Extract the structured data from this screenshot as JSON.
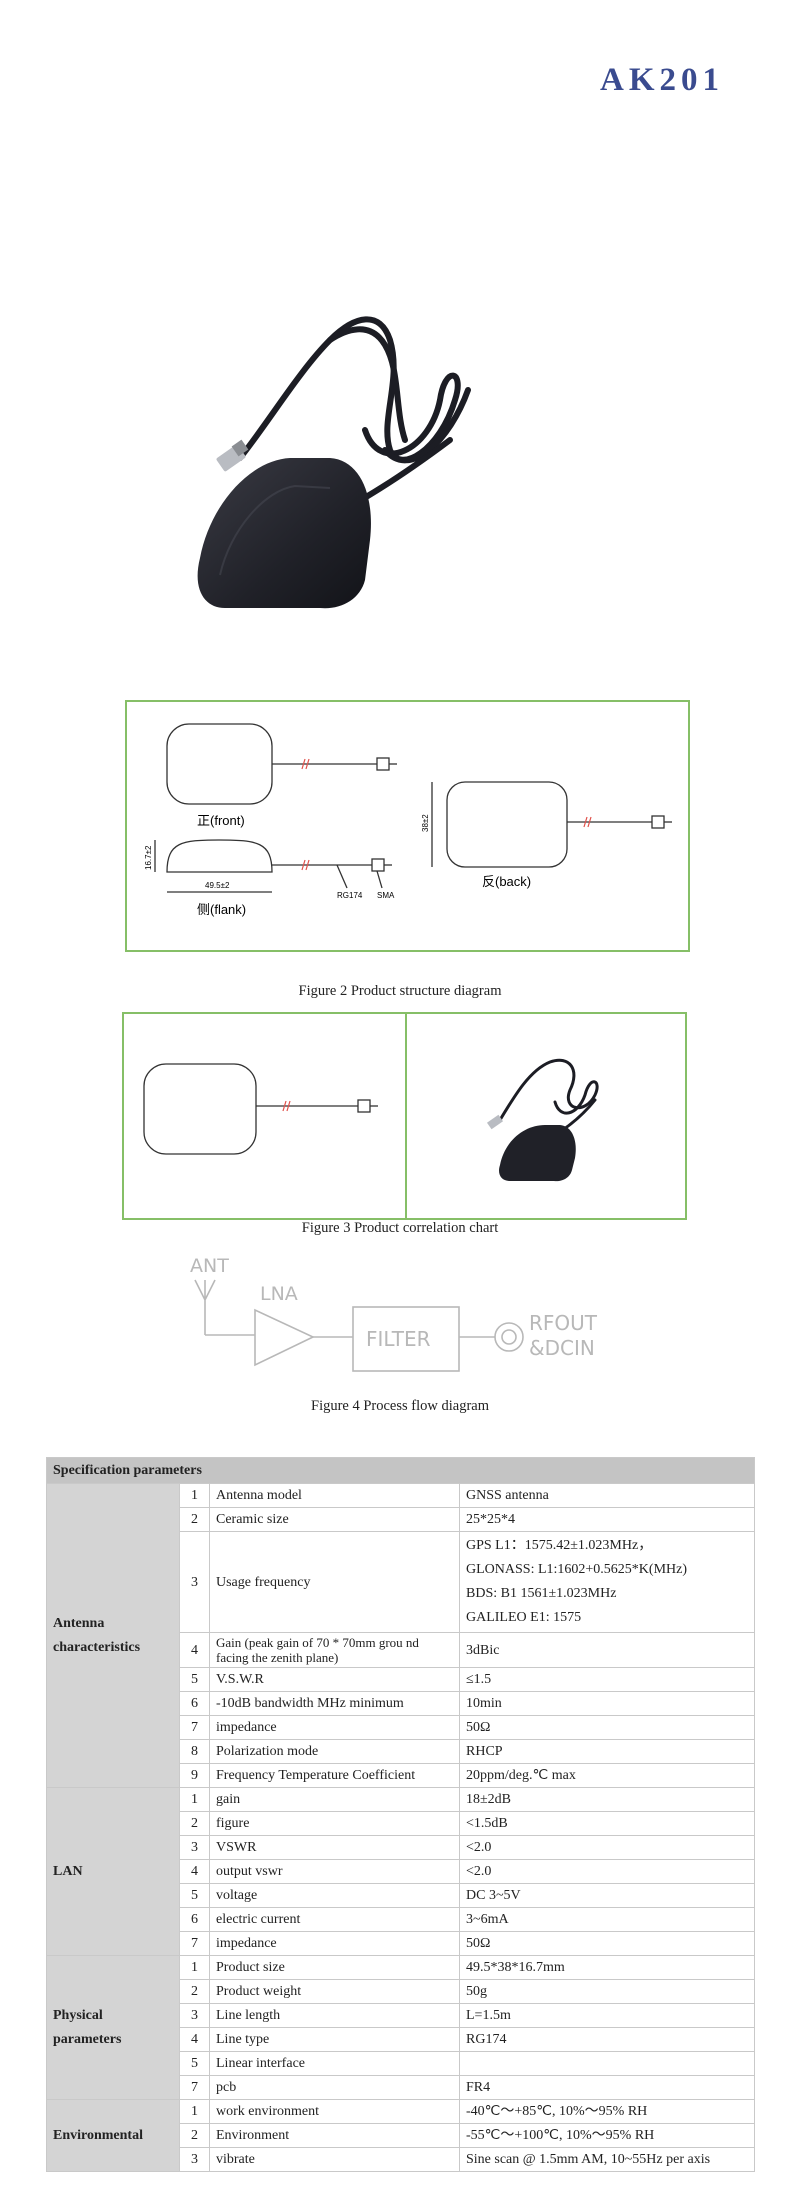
{
  "header": {
    "title": "AK201"
  },
  "figures": {
    "structure": {
      "caption": "Figure 2 Product structure diagram",
      "front_label": "正(front)",
      "back_label": "反(back)",
      "flank_label": "侧(flank)",
      "cable_label": "RG174",
      "connector_label": "SMA",
      "width_dim": "49.5±2",
      "height_dim": "38±2",
      "thickness_dim": "16.7±2"
    },
    "correlation": {
      "caption": "Figure 3 Product correlation chart"
    },
    "process": {
      "caption": "Figure 4 Process flow diagram",
      "ant": "ANT",
      "lna": "LNA",
      "filter": "FILTER",
      "out_line1": "RFOUT",
      "out_line2": "&DCIN"
    }
  },
  "spec": {
    "title": "Specification parameters",
    "groups": [
      {
        "name": "Antenna characteristics",
        "rows": [
          {
            "n": "1",
            "param": "Antenna model",
            "value": "GNSS antenna"
          },
          {
            "n": "2",
            "param": "Ceramic size",
            "value": "25*25*4"
          },
          {
            "n": "3",
            "param": "Usage frequency",
            "value_lines": [
              "GPS L1：1575.42±1.023MHz，",
              "GLONASS: L1:1602+0.5625*K(MHz)",
              "BDS: B1 1561±1.023MHz",
              "GALILEO  E1: 1575"
            ]
          },
          {
            "n": "4",
            "param": "Gain (peak gain of 70 * 70mm grou nd facing the zenith plane)",
            "value": "3dBic"
          },
          {
            "n": "5",
            "param": "V.S.W.R",
            "value": "≤1.5"
          },
          {
            "n": "6",
            "param": "-10dB bandwidth MHz minimum",
            "value": "10min"
          },
          {
            "n": "7",
            "param": "impedance",
            "value": "50Ω"
          },
          {
            "n": "8",
            "param": "Polarization mode",
            "value": "RHCP"
          },
          {
            "n": "9",
            "param": "Frequency Temperature Coefficient",
            "value": "20ppm/deg.℃ max"
          }
        ]
      },
      {
        "name": "LAN",
        "rows": [
          {
            "n": "1",
            "param": "gain",
            "value": "18±2dB"
          },
          {
            "n": "2",
            "param": "figure",
            "value": "<1.5dB"
          },
          {
            "n": "3",
            "param": "VSWR",
            "value": "<2.0"
          },
          {
            "n": "4",
            "param": "output vswr",
            "value": "<2.0"
          },
          {
            "n": "5",
            "param": "voltage",
            "value": "DC 3~5V"
          },
          {
            "n": "6",
            "param": "electric current",
            "value": "3~6mA"
          },
          {
            "n": "7",
            "param": "impedance",
            "value": "50Ω"
          }
        ]
      },
      {
        "name": "Physical parameters",
        "rows": [
          {
            "n": "1",
            "param": "Product size",
            "value": "49.5*38*16.7mm"
          },
          {
            "n": "2",
            "param": "Product weight",
            "value": "50g"
          },
          {
            "n": "3",
            "param": "Line length",
            "value": "L=1.5m"
          },
          {
            "n": "4",
            "param": "Line type",
            "value": "RG174"
          },
          {
            "n": "5",
            "param": "Linear interface",
            "value": ""
          },
          {
            "n": "7",
            "param": "pcb",
            "value": "FR4"
          }
        ]
      },
      {
        "name": "Environmental",
        "rows": [
          {
            "n": "1",
            "param": "work environment",
            "value": "-40℃～+85℃, 10%～95% RH"
          },
          {
            "n": "2",
            "param": "Environment",
            "value": "-55℃～+100℃, 10%～95% RH"
          },
          {
            "n": "3",
            "param": "vibrate",
            "value": "Sine scan @ 1.5mm AM, 10~55Hz per axis"
          }
        ]
      }
    ]
  }
}
